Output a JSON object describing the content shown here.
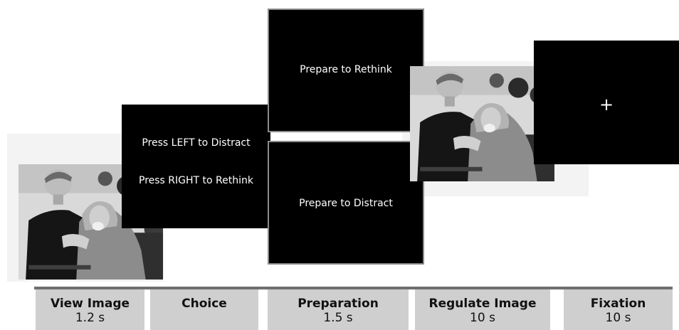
{
  "screens": {
    "choice": {
      "line1": "Press LEFT to Distract",
      "line2": "Press RIGHT to Rethink"
    },
    "prepare_rethink": "Prepare to Rethink",
    "prepare_distract": "Prepare to Distract",
    "fixation_symbol": "+"
  },
  "images": {
    "view_image": "photo-of-elderly-man-and-woman-in-headscarf",
    "regulate_image": "photo-of-elderly-man-and-woman-in-headscarf"
  },
  "timeline": [
    {
      "title": "View Image",
      "duration": "1.2 s"
    },
    {
      "title": "Choice",
      "duration": ""
    },
    {
      "title": "Preparation",
      "duration": "1.5 s"
    },
    {
      "title": "Regulate Image",
      "duration": "10 s"
    },
    {
      "title": "Fixation",
      "duration": "10 s"
    }
  ],
  "colors": {
    "screen": "#000000",
    "label_box": "#cfcfcf",
    "timeline_bar": "#6f6f6f",
    "screen_border": "#8a8a8a"
  }
}
